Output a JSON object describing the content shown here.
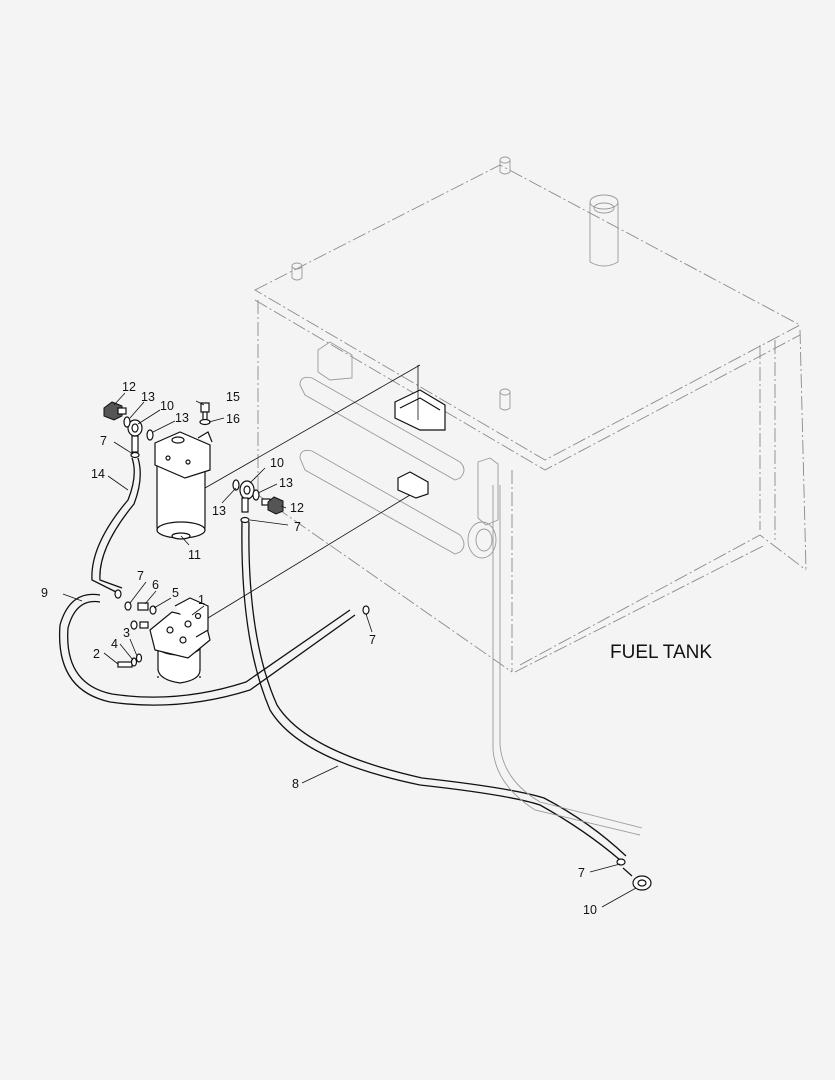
{
  "title": "FUEL TANK",
  "callouts": [
    {
      "id": "c1",
      "text": "1"
    },
    {
      "id": "c2",
      "text": "2"
    },
    {
      "id": "c3",
      "text": "3"
    },
    {
      "id": "c4",
      "text": "4"
    },
    {
      "id": "c5",
      "text": "5"
    },
    {
      "id": "c6",
      "text": "6"
    },
    {
      "id": "c7a",
      "text": "7"
    },
    {
      "id": "c7b",
      "text": "7"
    },
    {
      "id": "c7c",
      "text": "7"
    },
    {
      "id": "c7d",
      "text": "7"
    },
    {
      "id": "c7e",
      "text": "7"
    },
    {
      "id": "c8",
      "text": "8"
    },
    {
      "id": "c9",
      "text": "9"
    },
    {
      "id": "c10a",
      "text": "10"
    },
    {
      "id": "c10b",
      "text": "10"
    },
    {
      "id": "c10c",
      "text": "10"
    },
    {
      "id": "c11",
      "text": "11"
    },
    {
      "id": "c12a",
      "text": "12"
    },
    {
      "id": "c12b",
      "text": "12"
    },
    {
      "id": "c13a",
      "text": "13"
    },
    {
      "id": "c13b",
      "text": "13"
    },
    {
      "id": "c13c",
      "text": "13"
    },
    {
      "id": "c13d",
      "text": "13"
    },
    {
      "id": "c14",
      "text": "14"
    },
    {
      "id": "c15",
      "text": "15"
    },
    {
      "id": "c16",
      "text": "16"
    }
  ]
}
